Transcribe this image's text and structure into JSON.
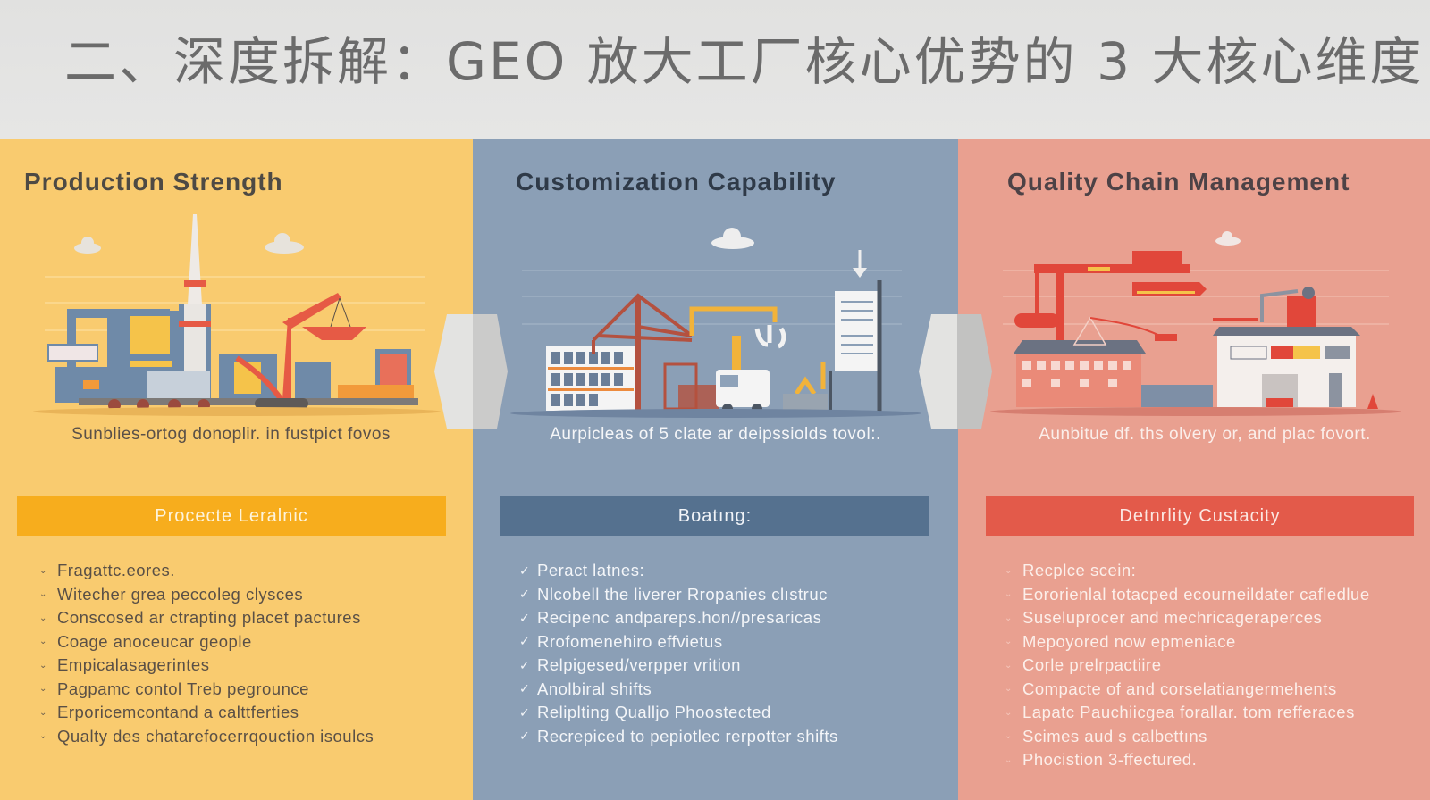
{
  "header": {
    "title": "二、深度拆解：GEO 放大工厂核心优势的 3 大核心维度"
  },
  "theme": {
    "col1_bg": "#f9cb6f",
    "col2_bg": "#8b9fb6",
    "col3_bg": "#e9a090",
    "col1_accent": "#f7ad1d",
    "col2_accent": "#55718f",
    "col3_accent": "#e35a4a"
  },
  "columns": [
    {
      "title": "Production Strength",
      "illustration": "factory-with-tower-and-crane-icon",
      "caption": "Sunblies-ortog donoplir. in fustpict fovos",
      "banner": "Procecte Leralnic",
      "bullet_icon": "chevron-down-icon",
      "items": [
        "Fragattc.eores.",
        "Witecher grea peccoleg clysces",
        "Conscosed ar ctrapting placet pactures",
        "Coage anoceucar geople",
        "Empicalasagerintes",
        "Pagpamc contol Treb pegrounce",
        "Erporicemcontand a calttferties",
        "Qualty des chatarefocerrqouction isoulcs"
      ]
    },
    {
      "title": "Customization Capability",
      "illustration": "construction-site-with-crane-and-truck-icon",
      "caption": "Aurpicleas of 5 clate ar deipssiolds tovol:.",
      "banner": "Boatıng:",
      "bullet_icon": "checkmark-icon",
      "items": [
        "Peract latnes:",
        "Nlcobell the liverer Rropanies clıstruc",
        "Recipenc andpareps.hon//presaricas",
        "Rrofomenehiro effvietus",
        "Relpigesed/verpper vrition",
        "Anolbiral shifts",
        "Reliplting Qualljo Phoostected",
        "Recrepiced to pepiotlec rerpotter shifts"
      ]
    },
    {
      "title": "Quality Chain Management",
      "illustration": "port-crane-and-warehouse-icon",
      "caption": "Aunbitue df. ths olvery or, and plac fovort.",
      "banner": "Detnrlity Custacity",
      "bullet_icon": "chevron-down-icon",
      "items": [
        "Recplce scein:",
        "Eororienlal totacped ecourneildater cafledlue",
        "Suseluprocer and mechricageraperces",
        "Mepoyored now epmeniace",
        "Corle prelrpactiire",
        "Compacte of and corselatiangermehents",
        "Lapatc Pauchiicgea forallar. tom refferaces",
        "Scimes aud s calbettıns",
        "Phocistion 3-ffectured."
      ]
    }
  ]
}
